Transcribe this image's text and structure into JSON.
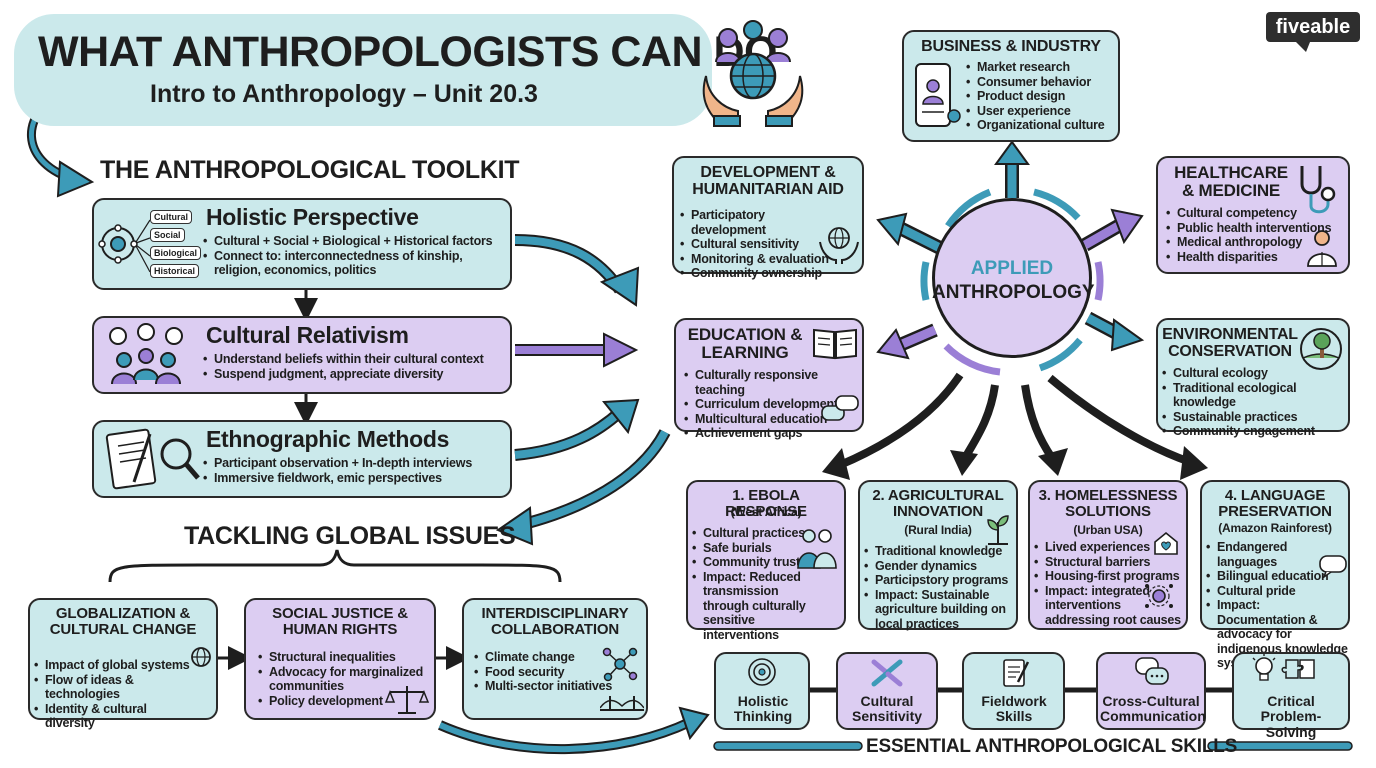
{
  "header": {
    "title": "WHAT ANTHROPOLOGISTS CAN DO",
    "subtitle": "Intro to Anthropology – Unit 20.3",
    "logo": "fiveable"
  },
  "toolkit": {
    "heading": "THE ANTHROPOLOGICAL TOOLKIT",
    "holistic": {
      "title": "Holistic Perspective",
      "tags": [
        "Cultural",
        "Social",
        "Biological",
        "Historical"
      ],
      "items": [
        "Cultural + Social + Biological + Historical factors",
        "Connect to: interconnectedness of kinship, religion, economics, politics"
      ]
    },
    "relativism": {
      "title": "Cultural Relativism",
      "items": [
        "Understand beliefs within their cultural context",
        "Suspend judgment, appreciate diversity"
      ]
    },
    "ethno": {
      "title": "Ethnographic Methods",
      "items": [
        "Participant observation + In-depth interviews",
        "Immersive fieldwork, emic perspectives"
      ]
    }
  },
  "global": {
    "heading": "TACKLING GLOBAL ISSUES",
    "globalization": {
      "title": "GLOBALIZATION & CULTURAL CHANGE",
      "items": [
        "Impact of global systems",
        "Flow of ideas & technologies",
        "Identity & cultural diversity"
      ]
    },
    "justice": {
      "title": "SOCIAL JUSTICE & HUMAN RIGHTS",
      "items": [
        "Structural inequalities",
        "Advocacy for marginalized communities",
        "Policy development"
      ]
    },
    "interdisciplinary": {
      "title": "INTERDISCIPLINARY COLLABORATION",
      "items": [
        "Climate change",
        "Food security",
        "Multi-sector initiatives"
      ]
    }
  },
  "center": {
    "line1": "APPLIED",
    "line2": "ANTHROPOLOGY"
  },
  "business": {
    "title": "BUSINESS & INDUSTRY",
    "items": [
      "Market research",
      "Consumer behavior",
      "Product design",
      "User experience",
      "Organizational culture"
    ]
  },
  "development": {
    "title": "DEVELOPMENT & HUMANITARIAN AID",
    "items": [
      "Participatory development",
      "Cultural sensitivity",
      "Monitoring & evaluation",
      "Community ownership"
    ]
  },
  "healthcare": {
    "title": "HEALTHCARE & MEDICINE",
    "items": [
      "Cultural competency",
      "Public health interventions",
      "Medical anthropology",
      "Health disparities"
    ]
  },
  "education": {
    "title": "EDUCATION & LEARNING",
    "items": [
      "Culturally responsive teaching",
      "Curriculum development",
      "Multicultural education",
      "Achievement gaps"
    ]
  },
  "environment": {
    "title": "ENVIRONMENTAL CONSERVATION",
    "items": [
      "Cultural ecology",
      "Traditional ecological knowledge",
      "Sustainable practices",
      "Community engagement"
    ]
  },
  "cases": {
    "ebola": {
      "title": "1. EBOLA RESPONSE",
      "place": "(West Africa)",
      "items": [
        "Cultural practices",
        "Safe burials",
        "Community trust",
        "Impact: Reduced transmission through culturally sensitive interventions"
      ]
    },
    "agri": {
      "title": "2. AGRICULTURAL INNOVATION",
      "place": "(Rural India)",
      "items": [
        "Traditional knowledge",
        "Gender dynamics",
        "Participstory programs",
        "Impact: Sustainable agriculture building on local practices"
      ]
    },
    "homeless": {
      "title": "3. HOMELESSNESS SOLUTIONS",
      "place": "(Urban USA)",
      "items": [
        "Lived experiences",
        "Structural barriers",
        "Housing-first programs",
        "Impact: integrated interventions addressing root causes"
      ]
    },
    "language": {
      "title": "4. LANGUAGE PRESERVATION",
      "place": "(Amazon Rainforest)",
      "items": [
        "Endangered languages",
        "Bilingual education",
        "Cultural pride",
        "Impact: Documentation & advocacy for indigenous knowledge systems"
      ]
    }
  },
  "skills": {
    "heading": "ESSENTIAL ANTHROPOLOGICAL SKILLS",
    "items": [
      "Holistic Thinking",
      "Cultural Sensitivity",
      "Fieldwork Skills",
      "Cross-Cultural Communication",
      "Critical Problem-Solving"
    ]
  },
  "colors": {
    "teal": "#cbe9eb",
    "lavender": "#dccdf2",
    "arrow_teal": "#3d9bb8",
    "arrow_purple": "#9b7fd6",
    "ink": "#1e1e1e"
  }
}
